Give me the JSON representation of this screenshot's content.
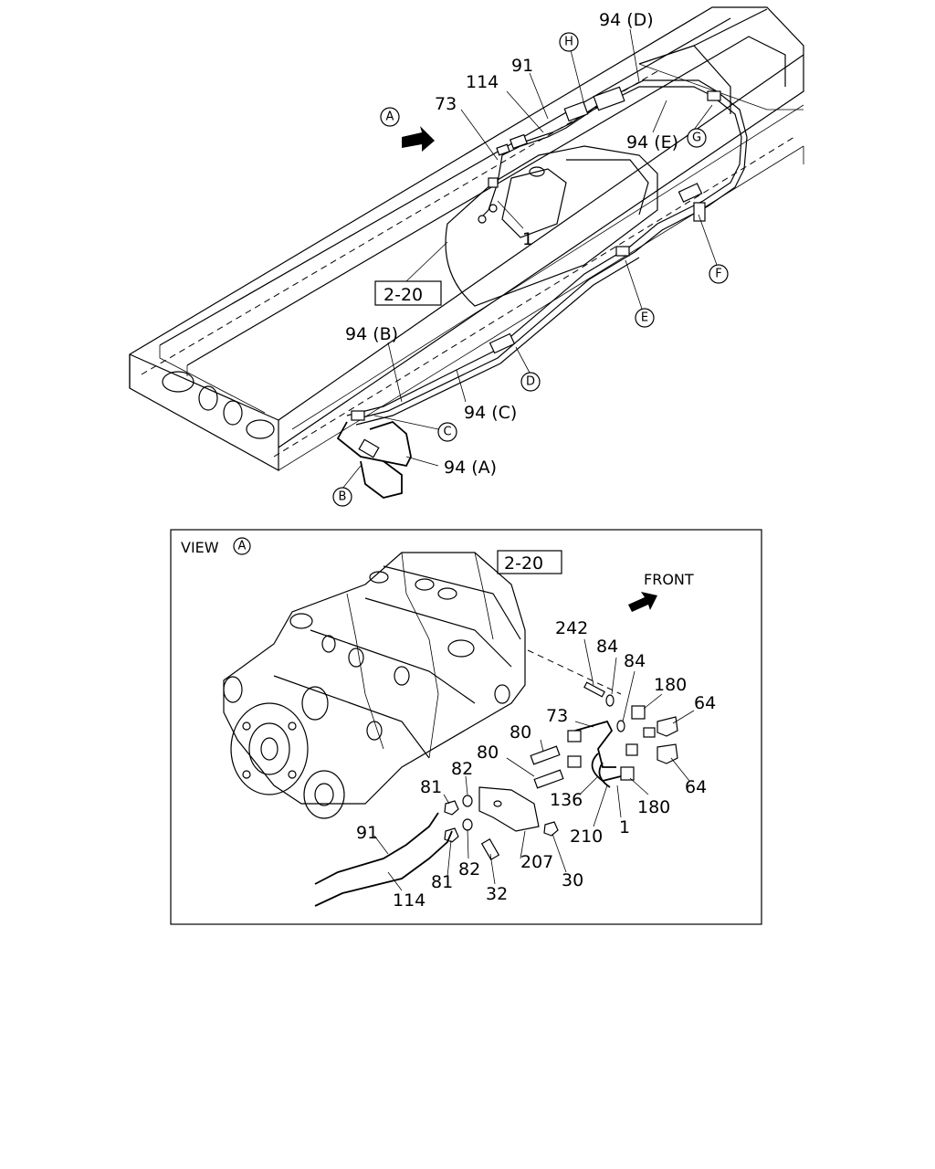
{
  "top_view": {
    "callouts": {
      "c94d": "94 (D)",
      "c91": "91",
      "c114": "114",
      "c73": "73",
      "c94e": "94 (E)",
      "c1": "1",
      "c94b": "94 (B)",
      "c94c": "94 (C)",
      "c94a": "94 (A)",
      "ref220": "2-20"
    },
    "circled": {
      "A": "A",
      "B": "B",
      "C": "C",
      "D": "D",
      "E": "E",
      "F": "F",
      "G": "G",
      "H": "H"
    }
  },
  "detail_view": {
    "title": "VIEW",
    "title_circle": "A",
    "ref": "2-20",
    "front_label": "FRONT",
    "callouts": {
      "p242": "242",
      "p84a": "84",
      "p84b": "84",
      "p180a": "180",
      "p64a": "64",
      "p73": "73",
      "p80a": "80",
      "p80b": "80",
      "p82a": "82",
      "p82b": "82",
      "p81a": "81",
      "p81b": "81",
      "p91": "91",
      "p114": "114",
      "p32": "32",
      "p207": "207",
      "p30": "30",
      "p136": "136",
      "p210": "210",
      "p1": "1",
      "p180b": "180",
      "p64b": "64"
    }
  }
}
